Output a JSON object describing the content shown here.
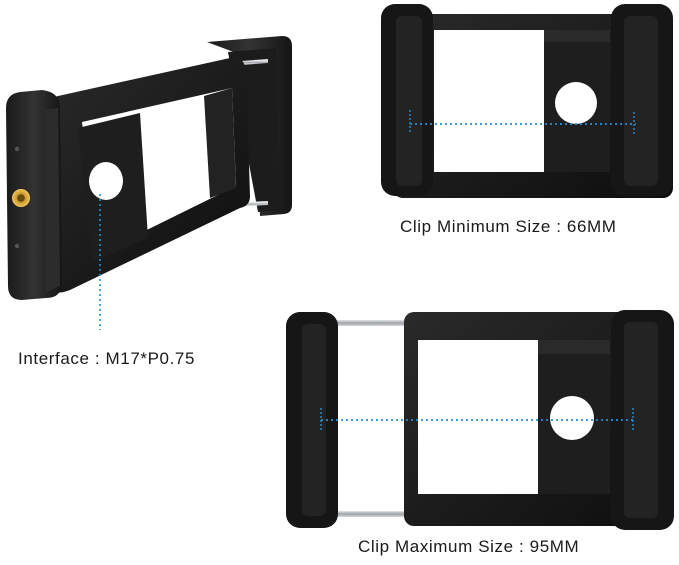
{
  "labels": {
    "interface": "Interface : M17*P0.75",
    "clip_min": "Clip Minimum Size : 66MM",
    "clip_max": "Clip Maximum Size : 95MM"
  },
  "colors": {
    "body_black": "#141414",
    "body_dark": "#232323",
    "steel": "#b9bcc0",
    "brass": "#d9a838",
    "dimension_line": "#2b8fd0",
    "background": "#ffffff"
  }
}
